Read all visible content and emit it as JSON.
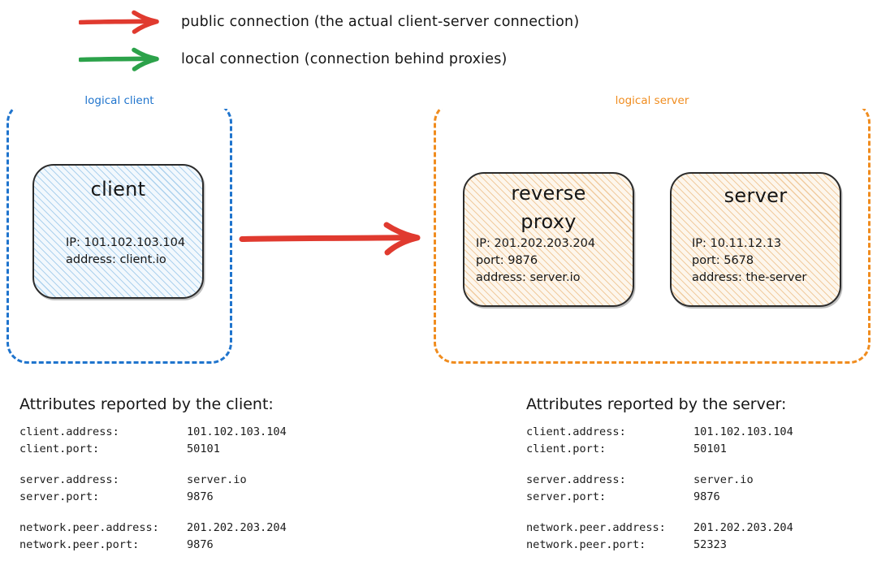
{
  "legend": {
    "items": [
      {
        "icon": "red-arrow-icon",
        "color": "#e03a2f",
        "label": "public connection (the actual client-server connection)"
      },
      {
        "icon": "green-arrow-icon",
        "color": "#2ca24a",
        "label": "local connection (connection behind proxies)"
      }
    ]
  },
  "groups": {
    "client": {
      "caption": "logical client",
      "color": "#1f74cd"
    },
    "server": {
      "caption": "logical server",
      "color": "#f08c1e"
    }
  },
  "nodes": {
    "client": {
      "title": "client",
      "props": [
        "IP: 101.102.103.104",
        "address: client.io"
      ]
    },
    "reverse_proxy": {
      "title_line1": "reverse",
      "title_line2": "proxy",
      "props": [
        "IP: 201.202.203.204",
        "port: 9876",
        "address: server.io"
      ]
    },
    "server": {
      "title": "server",
      "props": [
        "IP: 10.11.12.13",
        "port: 5678",
        "address: the-server"
      ]
    }
  },
  "connection": {
    "main_arrow": {
      "icon": "red-arrow-icon",
      "color": "#e03a2f"
    }
  },
  "attributes": {
    "client_report": {
      "heading": "Attributes reported by the client:",
      "rows": [
        {
          "key": "client.address:",
          "value": "101.102.103.104"
        },
        {
          "key": "client.port:",
          "value": "50101"
        },
        {
          "key": "",
          "value": ""
        },
        {
          "key": "server.address:",
          "value": "server.io"
        },
        {
          "key": "server.port:",
          "value": "9876"
        },
        {
          "key": "",
          "value": ""
        },
        {
          "key": "network.peer.address:",
          "value": "201.202.203.204"
        },
        {
          "key": "network.peer.port:",
          "value": "9876"
        }
      ]
    },
    "server_report": {
      "heading": "Attributes reported by the server:",
      "rows": [
        {
          "key": "client.address:",
          "value": "101.102.103.104"
        },
        {
          "key": "client.port:",
          "value": "50101"
        },
        {
          "key": "",
          "value": ""
        },
        {
          "key": "server.address:",
          "value": "server.io"
        },
        {
          "key": "server.port:",
          "value": "9876"
        },
        {
          "key": "",
          "value": ""
        },
        {
          "key": "network.peer.address:",
          "value": "201.202.203.204"
        },
        {
          "key": "network.peer.port:",
          "value": "52323"
        }
      ]
    }
  }
}
